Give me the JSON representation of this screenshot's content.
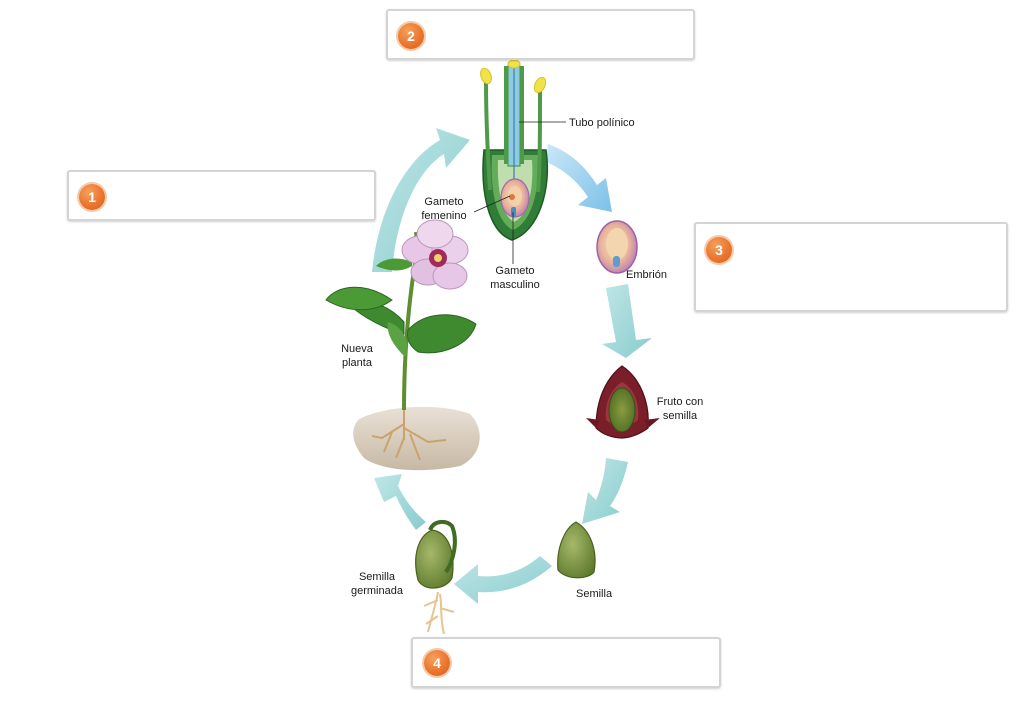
{
  "steps": [
    {
      "number": "1"
    },
    {
      "number": "2"
    },
    {
      "number": "3"
    },
    {
      "number": "4"
    }
  ],
  "labels": {
    "pollen_tube": "Tubo polínico",
    "female_gamete_line1": "Gameto",
    "female_gamete_line2": "femenino",
    "male_gamete_line1": "Gameto",
    "male_gamete_line2": "masculino",
    "embryo": "Embrión",
    "fruit_line1": "Fruto con",
    "fruit_line2": "semilla",
    "seed": "Semilla",
    "germinated_line1": "Semilla",
    "germinated_line2": "germinada",
    "new_plant_line1": "Nueva",
    "new_plant_line2": "planta"
  },
  "colors": {
    "arrow": "#8fd0d0",
    "badge": "#ea7630",
    "leaf": "#3f8a2e",
    "flower": "#e7c6e8"
  }
}
